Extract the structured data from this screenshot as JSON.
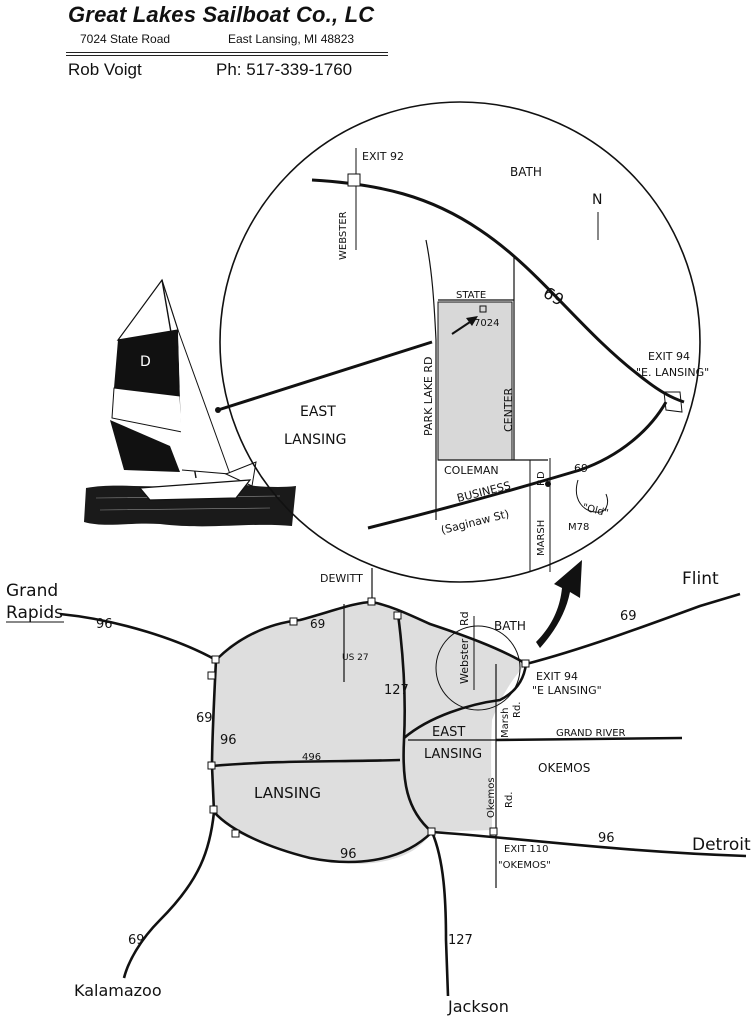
{
  "header": {
    "company": "Great Lakes Sailboat Co., LC",
    "street": "7024 State Road",
    "city": "East Lansing, MI 48823",
    "contact_name": "Rob Voigt",
    "phone": "Ph: 517-339-1760"
  },
  "inset_map": {
    "exit_92": "EXIT 92",
    "bath": "BATH",
    "north": "N",
    "webster": "WEBSTER",
    "hwy_69": "69",
    "state": "STATE",
    "address_no": "7024",
    "park_lake_rd": "PARK LAKE RD",
    "center": "CENTER",
    "exit_94": "EXIT 94",
    "e_lansing": "\"E. LANSING\"",
    "east": "EAST",
    "lansing": "LANSING",
    "coleman": "COLEMAN",
    "rd": "RD",
    "business": "BUSINESS",
    "saginaw": "(Saginaw St)",
    "marsh": "MARSH",
    "old": "\"Old\"",
    "m78": "M78",
    "hwy_69_lower": "69"
  },
  "regional_map": {
    "dewitt": "DEWITT",
    "flint": "Flint",
    "grand_rapids_1": "Grand",
    "grand_rapids_2": "Rapids",
    "hwy_96_west": "96",
    "hwy_69_north": "69",
    "us27": "US 27",
    "bath": "BATH",
    "webster": "Webster",
    "rd": "Rd",
    "hwy_69_ne": "69",
    "exit_94": "EXIT 94",
    "e_lansing": "\"E LANSING\"",
    "hwy_127_north": "127",
    "hwy_69_west": "69",
    "hwy_96_west_2": "96",
    "hwy_496": "496",
    "east": "EAST",
    "marsh": "Marsh",
    "marsh_rd": "Rd.",
    "grand_river": "GRAND RIVER",
    "lansing_east": "LANSING",
    "okemos": "OKEMOS",
    "lansing": "LANSING",
    "okemos_rd": "Okemos",
    "okemos_rd2": "Rd.",
    "hwy_96_south": "96",
    "exit_110": "EXIT 110",
    "okemos_exit": "\"OKEMOS\"",
    "hwy_96_east": "96",
    "detroit": "Detroit",
    "hwy_69_sw": "69",
    "hwy_127_south": "127",
    "kalamazoo": "Kalamazoo",
    "jackson": "Jackson"
  }
}
